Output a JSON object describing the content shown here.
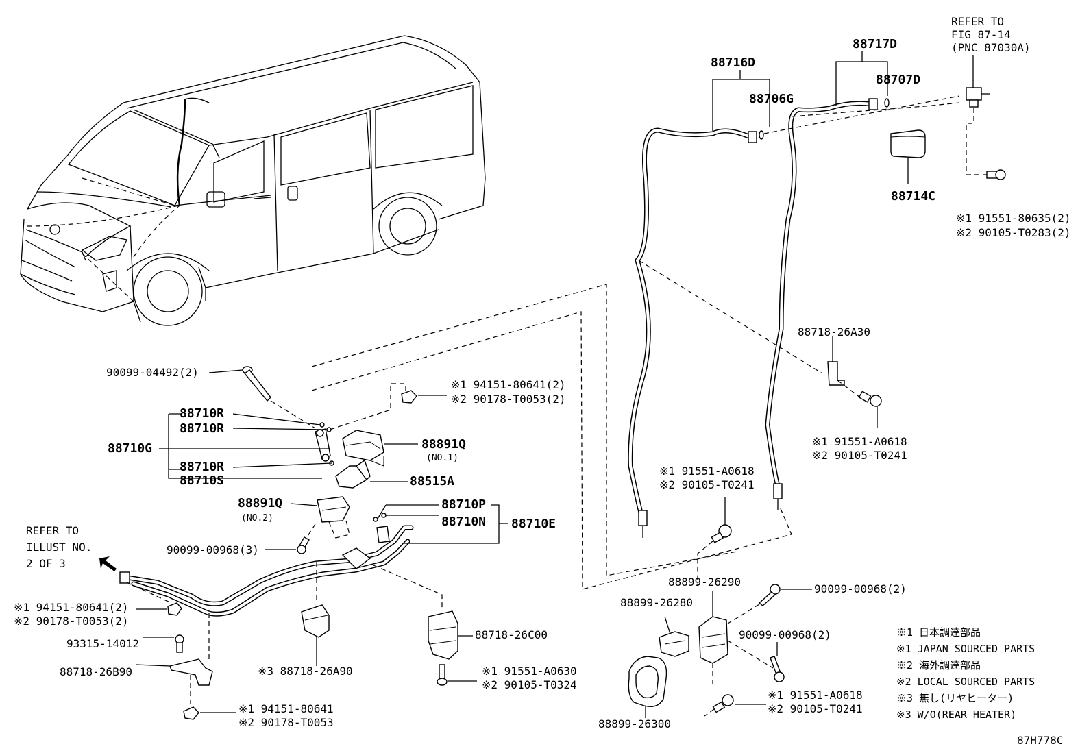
{
  "labels": {
    "refer_fig": [
      "REFER TO",
      "FIG 87-14",
      "(PNC 87030A)"
    ],
    "p88716D": "88716D",
    "p88706G": "88706G",
    "p88717D": "88717D",
    "p88707D": "88707D",
    "p88714C": "88714C",
    "top_right_bolt": [
      "※1 91551-80635(2)",
      "※2 90105-T0283(2)"
    ],
    "p88718_26A30": "88718-26A30",
    "right_mid_bolt": [
      "※1 91551-A0618",
      "※2 90105-T0241"
    ],
    "center_bolt": [
      "※1 91551-A0618",
      "※2 90105-T0241"
    ],
    "p90099_04492": "90099-04492(2)",
    "nut_top": [
      "※1 94151-80641(2)",
      "※2 90178-T0053(2)"
    ],
    "p88710R_1": "88710R",
    "p88710R_2": "88710R",
    "p88710G": "88710G",
    "p88710R_3": "88710R",
    "p88710S": "88710S",
    "p88891Q_1": "88891Q",
    "no1": "(NO.1)",
    "p88515A": "88515A",
    "p88891Q_2": "88891Q",
    "no2": "(NO.2)",
    "p88710P": "88710P",
    "p88710N": "88710N",
    "p88710E": "88710E",
    "p90099_00968_3": "90099-00968(3)",
    "refer_illust": [
      "REFER TO",
      "ILLUST NO.",
      "2 OF 3"
    ],
    "nut_left": [
      "※1 94151-80641(2)",
      "※2 90178-T0053(2)"
    ],
    "p93315_14012": "93315-14012",
    "p88718_26B90": "88718-26B90",
    "nut_bottom": [
      "※1 94151-80641",
      "※2 90178-T0053"
    ],
    "p88718_26A90": "※3 88718-26A90",
    "p88718_26C00": "88718-26C00",
    "bolt_26c00": [
      "※1 91551-A0630",
      "※2 90105-T0324"
    ],
    "p88899_26290": "88899-26290",
    "p88899_26280": "88899-26280",
    "p88899_26300": "88899-26300",
    "p90099_00968_2a": "90099-00968(2)",
    "p90099_00968_2b": "90099-00968(2)",
    "bolt_bottom_right": [
      "※1 91551-A0618",
      "※2 90105-T0241"
    ],
    "legend": [
      "※1 日本調達部品",
      "※1 JAPAN SOURCED PARTS",
      "※2 海外調達部品",
      "※2 LOCAL SOURCED PARTS",
      "※3 無し(リヤヒーター)",
      "※3 W/O(REAR HEATER)"
    ],
    "figure_code": "87H778C"
  }
}
